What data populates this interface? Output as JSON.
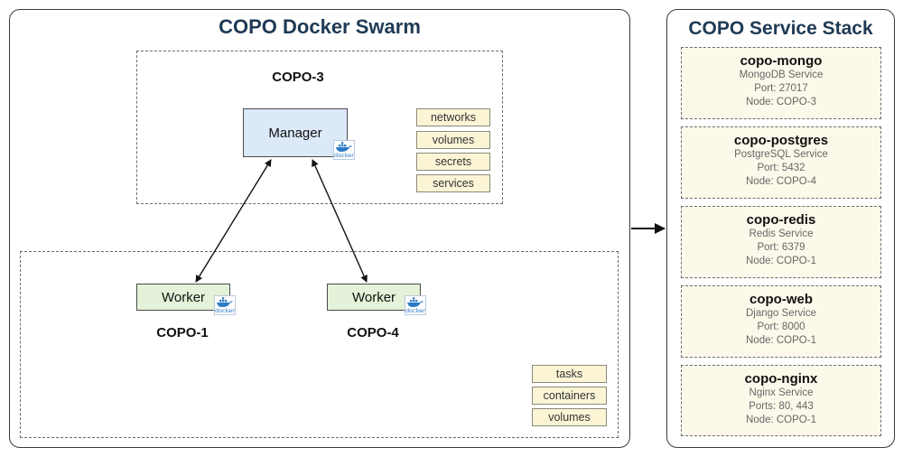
{
  "swarm": {
    "title": "COPO Docker Swarm",
    "manager_node": {
      "label": "COPO-3",
      "role": "Manager",
      "resources": [
        "networks",
        "volumes",
        "secrets",
        "services"
      ]
    },
    "workers": [
      {
        "label": "COPO-1",
        "role": "Worker"
      },
      {
        "label": "COPO-4",
        "role": "Worker"
      }
    ],
    "worker_resources": [
      "tasks",
      "containers",
      "volumes"
    ],
    "docker_badge_text": "docker"
  },
  "stack": {
    "title": "COPO Service Stack",
    "services": [
      {
        "name": "copo-mongo",
        "desc": "MongoDB Service",
        "port": "Port: 27017",
        "node": "Node: COPO-3"
      },
      {
        "name": "copo-postgres",
        "desc": "PostgreSQL Service",
        "port": "Port: 5432",
        "node": "Node: COPO-4"
      },
      {
        "name": "copo-redis",
        "desc": "Redis Service",
        "port": "Port: 6379",
        "node": "Node: COPO-1"
      },
      {
        "name": "copo-web",
        "desc": "Django Service",
        "port": "Port: 8000",
        "node": "Node: COPO-1"
      },
      {
        "name": "copo-nginx",
        "desc": "Nginx Service",
        "port": "Ports: 80, 443",
        "node": "Node: COPO-1"
      }
    ]
  },
  "colors": {
    "title": "#1f3a55",
    "manager_fill": "#dce9f9",
    "worker_fill": "#e3f2d8",
    "tag_fill": "#fbf5d6",
    "service_fill": "#fdf9ea"
  }
}
